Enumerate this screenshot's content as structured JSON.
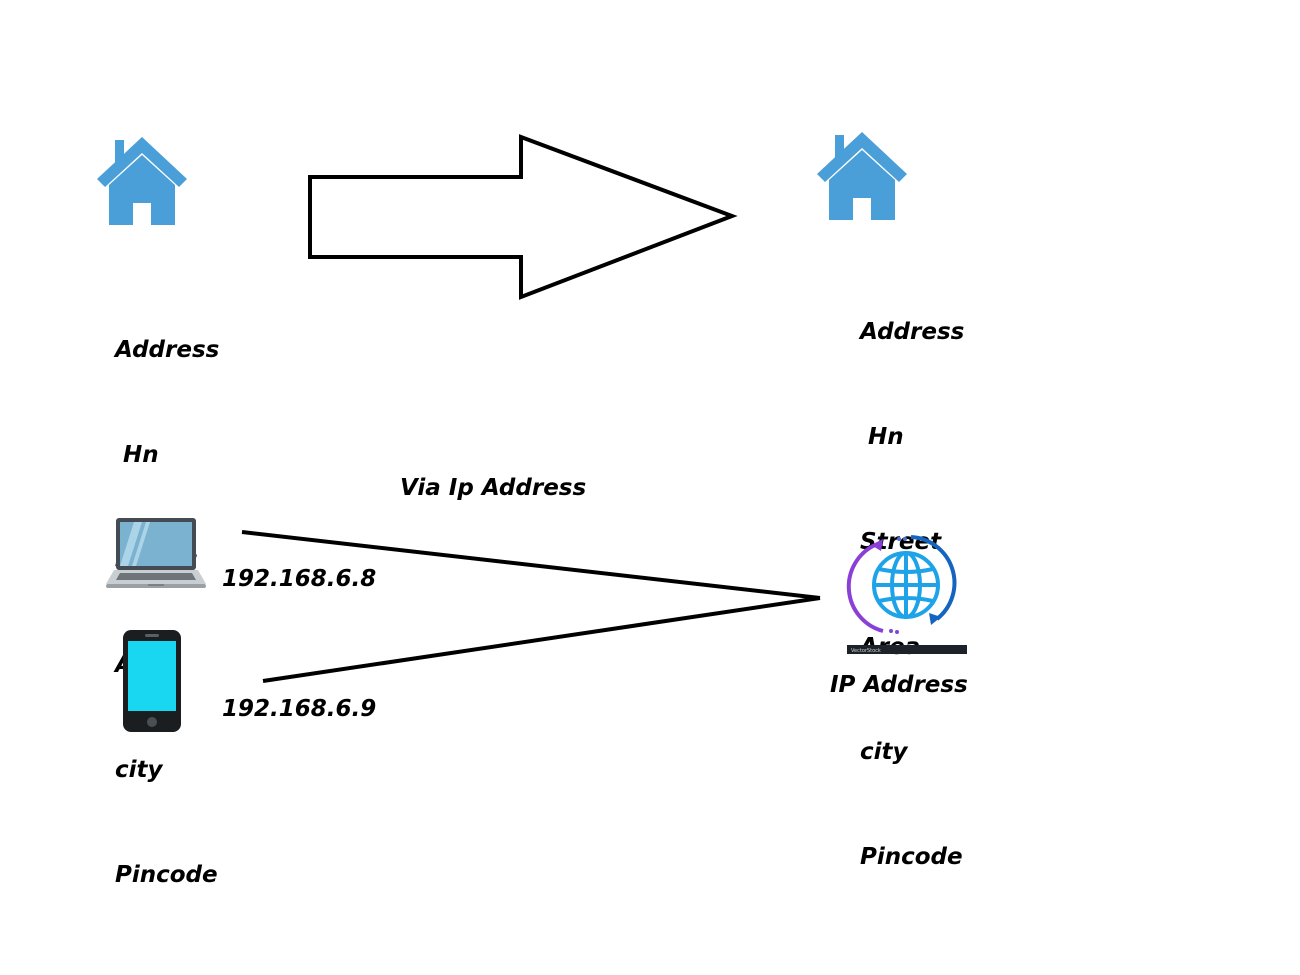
{
  "colors": {
    "house": "#4a9fd8",
    "text": "#000000",
    "line": "#000000",
    "laptop_screen": "#7bb2d0",
    "phone_screen": "#19d7f0",
    "globe": "#1fa3e8",
    "ring_purple": "#8a3fd6",
    "ring_blue": "#1565c0"
  },
  "icons": {
    "source_house": "house-icon",
    "dest_house": "house-icon",
    "laptop": "laptop-icon",
    "phone": "smartphone-icon",
    "globe": "globe-sync-icon"
  },
  "source_address": {
    "lines": [
      "Address",
      " Hn",
      "Street",
      "Area",
      "city",
      "Pincode"
    ]
  },
  "dest_address": {
    "lines": [
      "Address",
      " Hn",
      "Street",
      "Area",
      "city",
      "Pincode"
    ]
  },
  "via_label": "Via Ip Address",
  "laptop_ip": "192.168.6.8",
  "phone_ip": "192.168.6.9",
  "ip_address_label": "IP Address",
  "globe_caption": "VectorStock"
}
